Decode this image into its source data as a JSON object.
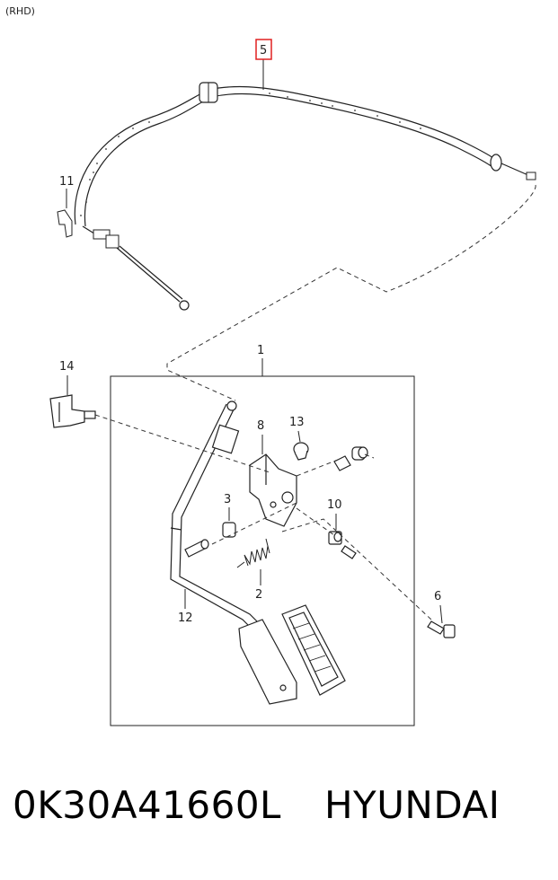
{
  "diagram": {
    "variant_label": "(RHD)",
    "callouts": {
      "c1": "1",
      "c2": "2",
      "c3": "3",
      "c5": "5",
      "c6": "6",
      "c8": "8",
      "c10": "10",
      "c11": "11",
      "c12": "12",
      "c13": "13",
      "c14": "14"
    },
    "highlighted_callout": "5",
    "highlight_color": "#e02020"
  },
  "footer": {
    "part_number": "0K30A41660L",
    "brand": "HYUNDAI"
  }
}
